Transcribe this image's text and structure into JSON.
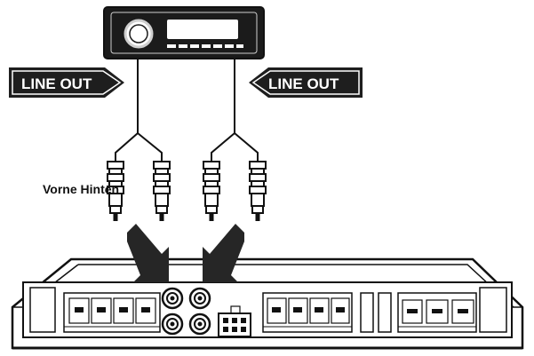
{
  "labels": {
    "left_line_out": "LINE OUT",
    "right_line_out": "LINE OUT",
    "channel_caption": "Vorne Hinten"
  },
  "colors": {
    "ink": "#111111",
    "tag_fill": "#1e1e1e",
    "tag_text": "#ffffff",
    "body_fill": "#ffffff",
    "panel_fill": "#f4f4f4",
    "arrow": "#262626"
  },
  "icons": {
    "head_unit": "car-stereo-icon",
    "rca_plug": "rca-plug-icon",
    "amplifier": "amplifier-icon",
    "arrow": "down-arrow-icon"
  }
}
